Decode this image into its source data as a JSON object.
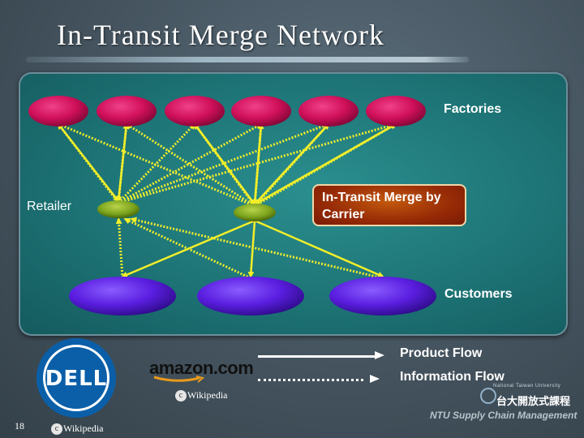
{
  "title": "In-Transit Merge Network",
  "labels": {
    "factories": "Factories",
    "retailer": "Retailer",
    "customers": "Customers",
    "merge_line1": "In-Transit Merge by",
    "merge_line2": "Carrier"
  },
  "legend": {
    "product_flow": "Product Flow",
    "information_flow": "Information Flow"
  },
  "logos": {
    "dell": "DELL",
    "amazon": "amazon.com"
  },
  "credits": {
    "wiki1": "Wikipedia",
    "wiki2": "Wikipedia"
  },
  "footer": {
    "page_number": "18",
    "university_small": "National Taiwan University",
    "university_cn": "台大開放式課程",
    "course": "NTU Supply Chain Management"
  },
  "colors": {
    "factory": "#d0105a",
    "merge_node": "#7aa21c",
    "customer": "#5a1ee0",
    "arrow": "#f2ee2a"
  },
  "icons": {
    "wiki": "wikipedia-icon",
    "dell": "dell-logo",
    "ntu": "ntu-emblem"
  }
}
